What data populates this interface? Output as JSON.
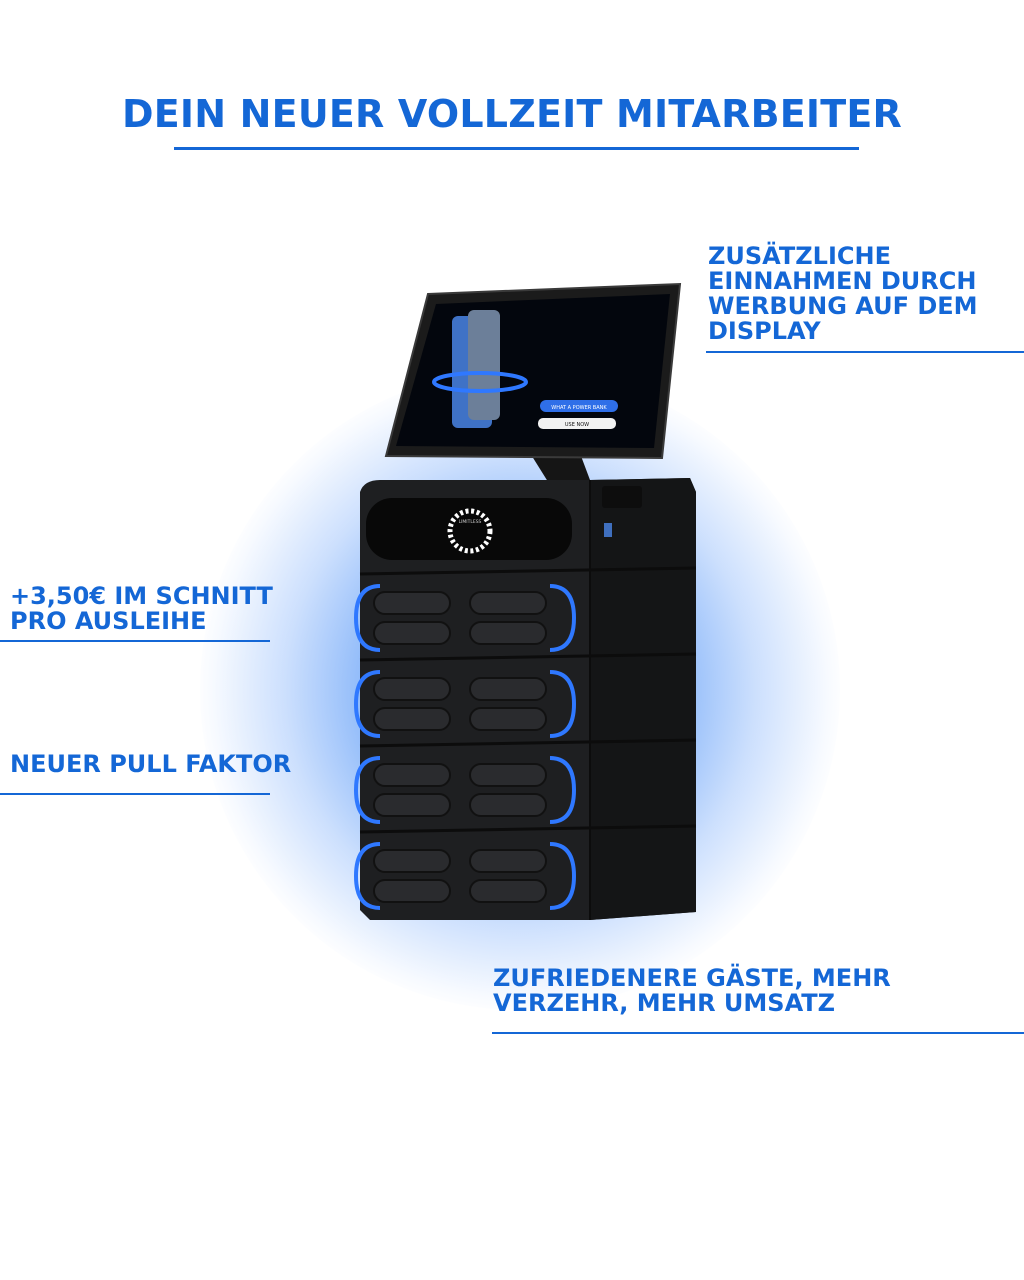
{
  "page": {
    "title": "DEIN NEUER VOLLZEIT MITARBEITER",
    "accent_color": "#1467d6"
  },
  "callouts": {
    "display_ads": "ZUSÄTZLICHE EINNAHMEN DURCH WERBUNG AUF DEM DISPLAY",
    "per_rental": "+3,50€ IM SCHNITT PRO AUSLEIHE",
    "pull_factor": "NEUER PULL FAKTOR",
    "guests": "ZUFRIEDENERE GÄSTE, MEHR VERZEHR, MEHR UMSATZ"
  },
  "device": {
    "icon": "powerbank-station-icon",
    "screen_buttons": [
      "WHAT A POWER BANK",
      "USE NOW"
    ],
    "logo_text": "LIMITLESS"
  }
}
